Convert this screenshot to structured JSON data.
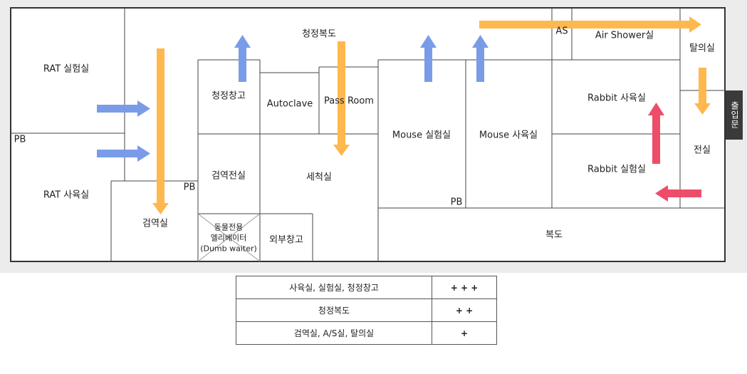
{
  "rooms": {
    "rat_lab": "RAT 실험실",
    "rat_breeding": "RAT 사육실",
    "pb_left": "PB",
    "quarantine": "검역실",
    "pb_quarantine": "PB",
    "clean_storage": "청정창고",
    "quarantine_anteroom": "검역전실",
    "dumbwaiter": "동물전용\n엘리베이터\n(Dumb waiter)",
    "outer_storage": "외부창고",
    "autoclave": "Autoclave",
    "pass_room": "Pass Room",
    "washing_room": "세척실",
    "clean_corridor": "청정복도",
    "mouse_lab": "Mouse 실험실",
    "pb_mouse": "PB",
    "mouse_breeding": "Mouse 사육실",
    "as": "AS",
    "air_shower": "Air Shower실",
    "rabbit_breeding": "Rabbit 사육실",
    "rabbit_lab": "Rabbit 실험실",
    "undressing": "탈의실",
    "anteroom": "전실",
    "corridor": "복도",
    "entrance": "출입문"
  },
  "colors": {
    "orange_arrow": "#ffb84d",
    "blue_arrow": "#7a9ce8",
    "red_arrow": "#ee4d6a",
    "wall": "#333333",
    "background": "#ececec",
    "door": "#3a3a3a"
  },
  "legend": {
    "rows": [
      {
        "areas": "사육실, 실험실, 청정창고",
        "level": "+ + +"
      },
      {
        "areas": "청정복도",
        "level": "+ +"
      },
      {
        "areas": "검역실, A/S실, 탈의실",
        "level": "+"
      }
    ]
  }
}
